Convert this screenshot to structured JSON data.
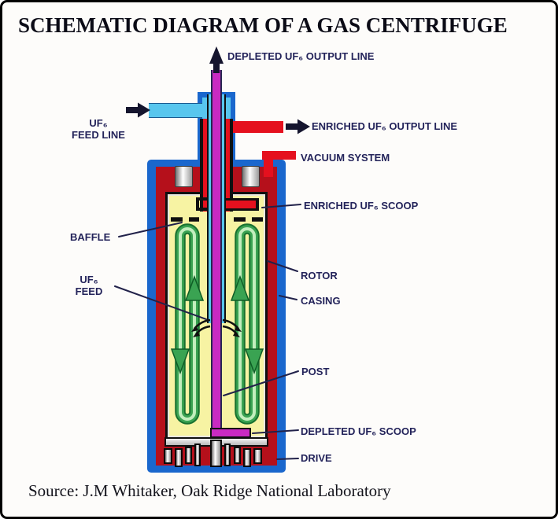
{
  "title": "SCHEMATIC DIAGRAM OF A GAS CENTRIFUGE",
  "source_line": "Source: J.M Whitaker, Oak Ridge National Laboratory",
  "callouts": {
    "depleted_output_line": "DEPLETED UF₆ OUTPUT LINE",
    "feed_line": {
      "line1": "UF₆",
      "line2": "FEED LINE"
    },
    "enriched_output_line": "ENRICHED UF₆ OUTPUT LINE",
    "vacuum_system": "VACUUM SYSTEM",
    "enriched_scoop": "ENRICHED UF₆ SCOOP",
    "baffle": "BAFFLE",
    "rotor": "ROTOR",
    "casing": "CASING",
    "uf6_feed": {
      "line1": "UF₆",
      "line2": "FEED"
    },
    "post": "POST",
    "depleted_scoop": "DEPLETED UF₆ SCOOP",
    "drive": "DRIVE"
  },
  "colors": {
    "casing_blue": "#1a67cd",
    "rotor_red": "#b5101b",
    "pipe_red": "#e5101e",
    "bore_yellow": "#f7f3a3",
    "feed_cyan": "#58c6ee",
    "depleted_magenta": "#c92ac2",
    "flow_green": "#3aa352",
    "flow_green_dark": "#17702f",
    "flow_green_light": "#c2eebd",
    "label_navy": "#23235a",
    "line_black": "#101010"
  }
}
